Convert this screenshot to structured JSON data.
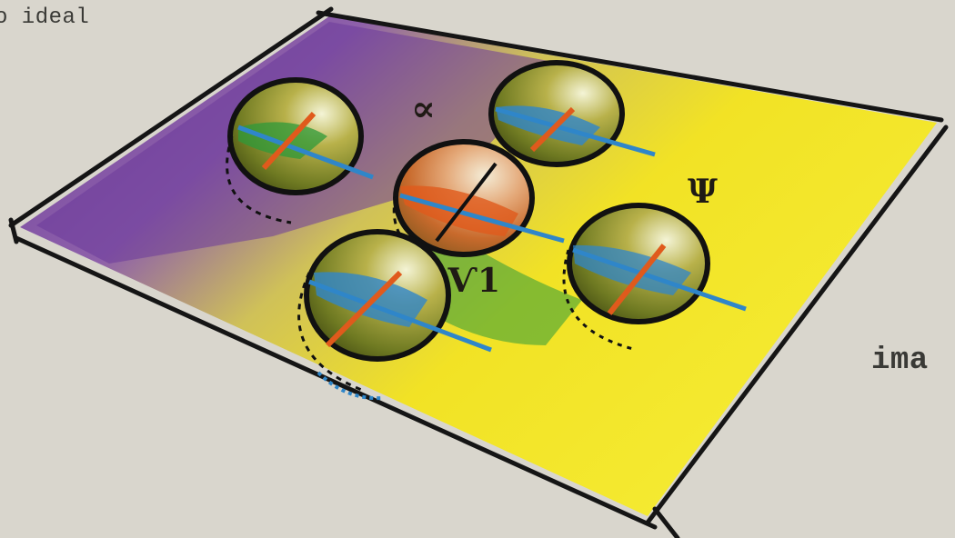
{
  "captions": {
    "top_left": "o ideal",
    "right": "ima"
  },
  "labels": {
    "alpha": "∝",
    "psi": "Ψ",
    "nu": "Ѵ1"
  },
  "colors": {
    "paper": "#d9d6cd",
    "purple": "#7a3fa0",
    "yellow": "#f2e21a",
    "green": "#2e9a3a",
    "blue": "#2f86c9",
    "orange": "#e05a1c",
    "olive": "#8e9a2c",
    "ink": "#121212"
  }
}
